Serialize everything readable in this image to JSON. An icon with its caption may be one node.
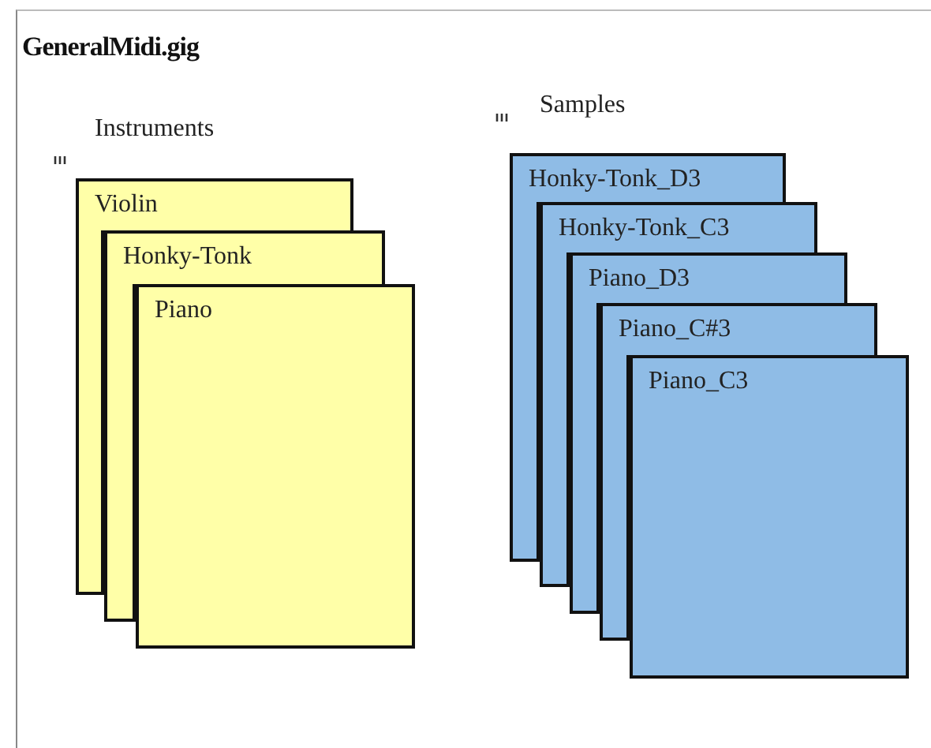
{
  "diagram": {
    "title": "GeneralMidi.gig",
    "nodes": [
      {
        "text": [
          "Violin"
        ]
      },
      {
        "text": [
          "Honky-Tonk"
        ]
      },
      {
        "text": [
          "Piano"
        ]
      },
      {
        "text": [
          "Honky-Tonk_D3"
        ]
      },
      {
        "text": [
          "Honky-Tonk_C3"
        ]
      },
      {
        "text": [
          "Piano_D3"
        ]
      },
      {
        "text": [
          "Piano_C#3"
        ]
      },
      {
        "text": [
          "Piano_C3"
        ]
      }
    ],
    "labels": [
      "Instruments",
      "Samples"
    ]
  }
}
